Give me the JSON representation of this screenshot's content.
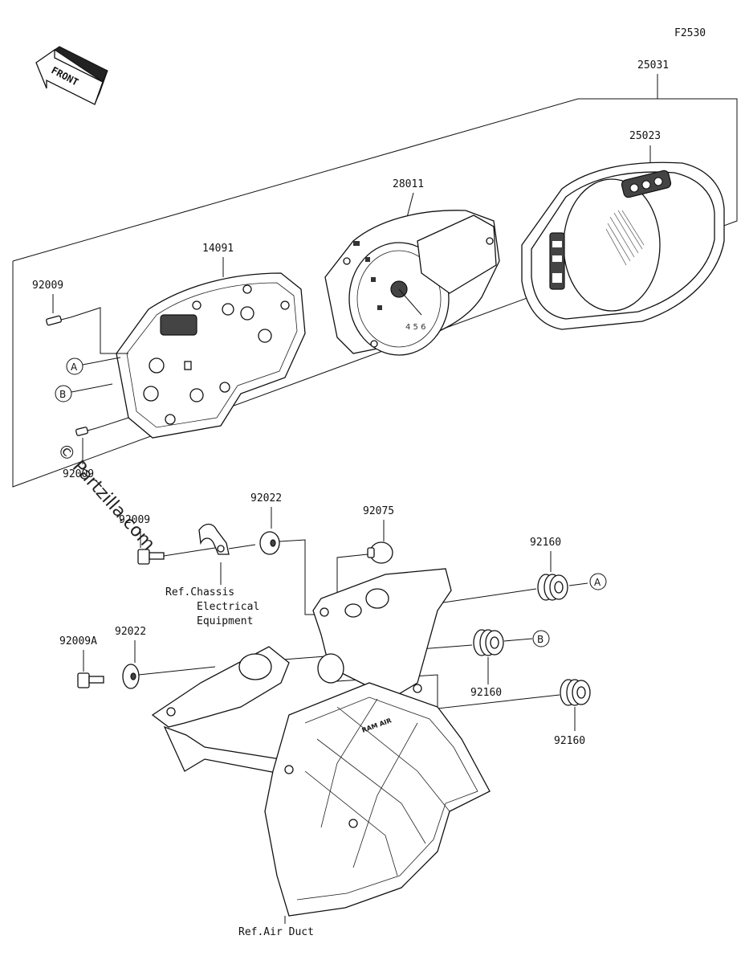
{
  "diagram_code": "F2530",
  "front_label": "FRONT",
  "watermark": "© Partzilla.com",
  "parts": {
    "p25031": "25031",
    "p25023": "25023",
    "p28011": "28011",
    "p14091": "14091",
    "p92009_top": "92009",
    "p92009_mid": "92009",
    "p92009_left": "92009",
    "p92022_top": "92022",
    "p92075": "92075",
    "p92160_a": "92160",
    "p92009A": "92009A",
    "p92022_bot": "92022",
    "p92160_b": "92160",
    "p92160_c": "92160"
  },
  "callouts": {
    "a_left": "A",
    "b_left": "B",
    "a_right": "A",
    "b_right": "B"
  },
  "references": {
    "chassis_line1": "Ref.Chassis",
    "chassis_line2": "Electrical",
    "chassis_line3": "Equipment",
    "air_duct": "Ref.Air Duct"
  },
  "duct_brand": "RAM AIR"
}
